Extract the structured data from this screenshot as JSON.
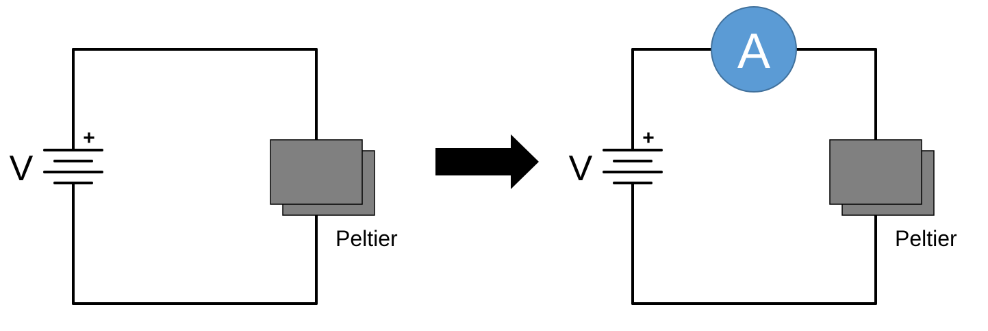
{
  "left_circuit": {
    "voltage_label": "V",
    "polarity_label": "+",
    "device_label": "Peltier"
  },
  "arrow": {
    "icon": "right-arrow-icon"
  },
  "right_circuit": {
    "voltage_label": "V",
    "polarity_label": "+",
    "device_label": "Peltier",
    "ammeter_label": "A"
  },
  "colors": {
    "wire": "#000000",
    "peltier_fill": "#808080",
    "ammeter_fill": "#5b9bd5",
    "ammeter_stroke": "#41719c",
    "ammeter_text": "#ffffff"
  }
}
